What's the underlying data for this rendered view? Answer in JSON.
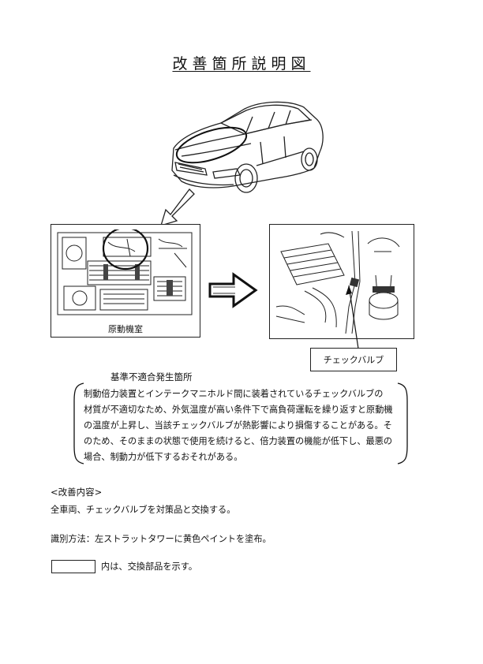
{
  "title": "改善箇所説明図",
  "figure": {
    "engine_room_caption": "原動機室",
    "part_label": "チェックバルブ"
  },
  "defect_section": {
    "heading": "基準不適合発生箇所",
    "lines": [
      "制動倍力装置とインテークマニホルド間に装着されているチェックバルブの",
      "材質が不適切なため、外気温度が高い条件下で高負荷運転を繰り返すと原動機",
      "の温度が上昇し、当該チェックバルブが熱影響により損傷することがある。そ",
      "のため、そのままの状態で使用を続けると、倍力装置の機能が低下し、最悪の",
      "場合、制動力が低下するおそれがある。"
    ]
  },
  "improvement_section": {
    "heading": "<改善内容>",
    "text": "全車両、チェックバルブを対策品と交換する。"
  },
  "identification": "識別方法：左ストラットタワーに黄色ペイントを塗布。",
  "legend": {
    "text": "内は、交換部品を示す。"
  }
}
